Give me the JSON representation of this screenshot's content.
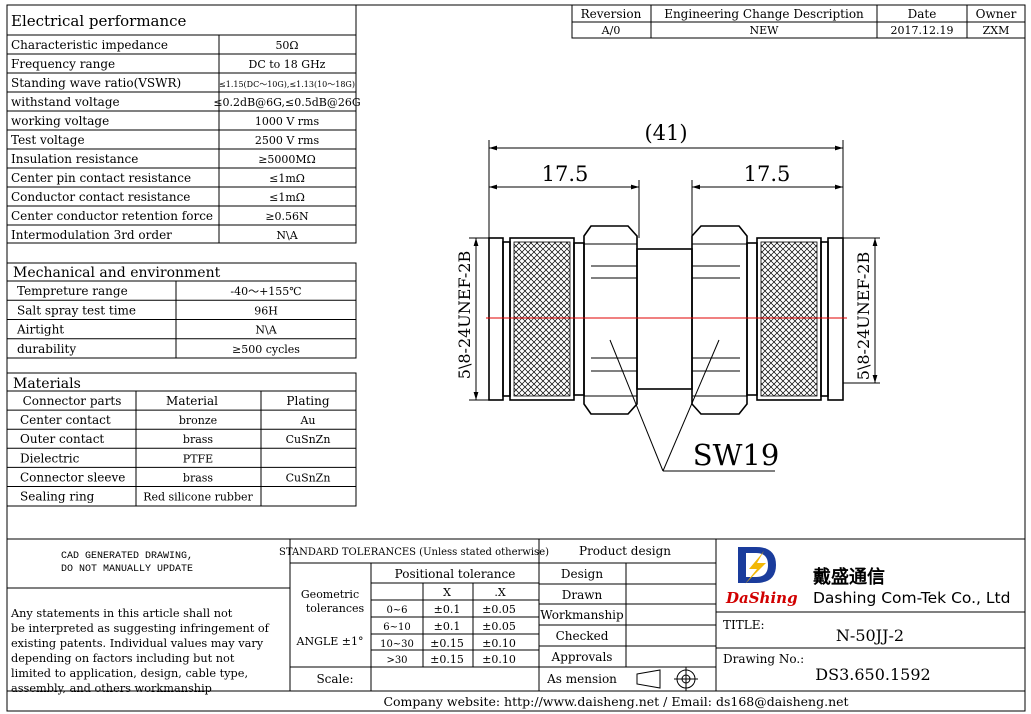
{
  "revision_block": {
    "headers": [
      "Reversion",
      "Engineering Change Description",
      "Date",
      "Owner"
    ],
    "row": [
      "A/0",
      "NEW",
      "2017.12.19",
      "ZXM"
    ]
  },
  "electrical": {
    "title": "Electrical performance",
    "rows": [
      [
        "Characteristic impedance",
        "50Ω"
      ],
      [
        "Frequency range",
        "DC to 18 GHz"
      ],
      [
        "Standing wave ratio(VSWR)",
        "≤1.15(DC～10G),≤1.13(10～18G)"
      ],
      [
        "withstand voltage",
        "≤0.2dB@6G,≤0.5dB@26G"
      ],
      [
        "working voltage",
        "1000 V rms"
      ],
      [
        "Test voltage",
        "2500 V rms"
      ],
      [
        "Insulation resistance",
        "≥5000MΩ"
      ],
      [
        "Center pin contact resistance",
        "≤1mΩ"
      ],
      [
        "Conductor contact resistance",
        "≤1mΩ"
      ],
      [
        "Center conductor retention force",
        "≥0.56N"
      ],
      [
        "Intermodulation 3rd order",
        "N\\A"
      ]
    ]
  },
  "mechanical": {
    "title": "Mechanical and environment",
    "rows": [
      [
        "Tempreture range",
        "-40～+155℃"
      ],
      [
        "Salt spray test time",
        "96H"
      ],
      [
        "Airtight",
        "N\\A"
      ],
      [
        "durability",
        "≥500 cycles"
      ]
    ]
  },
  "materials": {
    "title": "Materials",
    "headers": [
      "Connector parts",
      "Material",
      "Plating"
    ],
    "rows": [
      [
        "Center contact",
        "bronze",
        "Au"
      ],
      [
        "Outer contact",
        "brass",
        "CuSnZn"
      ],
      [
        "Dielectric",
        "PTFE",
        ""
      ],
      [
        "Connector sleeve",
        "brass",
        "CuSnZn"
      ],
      [
        "Sealing ring",
        "Red silicone rubber",
        ""
      ]
    ]
  },
  "drawing": {
    "overall_dim": "(41)",
    "left_dim": "17.5",
    "right_dim": "17.5",
    "thread_left": "5\\8-24UNEF-2B",
    "thread_right": "5\\8-24UNEF-2B",
    "wrench_size": "SW19"
  },
  "title_block": {
    "cad_note": [
      "CAD GENERATED DRAWING,",
      "DO NOT MANUALLY UPDATE"
    ],
    "disclaimer": [
      "Any statements in this article shall  not",
      "be interpreted as suggesting infringement of",
      "existing patents. Individual values may vary",
      "depending on factors including but not",
      "limited to application, design, cable type,",
      "assembly, and others workmanship"
    ],
    "tolerance_title": "STANDARD TOLERANCES (Unless stated otherwise)",
    "positional_tolerance": "Positional tolerance",
    "geometric": "Geometric",
    "tolerances": "tolerances",
    "angle": "ANGLE ±1°",
    "col_x": "X",
    "col_dx": ".X",
    "tol_rows": [
      [
        "0~6",
        "±0.1",
        "±0.05"
      ],
      [
        "6~10",
        "±0.1",
        "±0.05"
      ],
      [
        "10~30",
        "±0.15",
        "±0.10"
      ],
      [
        ">30",
        "±0.15",
        "±0.10"
      ]
    ],
    "scale": "Scale:",
    "product_design": "Product design",
    "design_rows": [
      "Design",
      "Drawn",
      "Workmanship",
      "Checked",
      "Approvals"
    ],
    "as_mension": "As mension",
    "logo_text": "DaShing",
    "company_cn": "戴盛通信",
    "company_en": "Dashing Com-Tek Co., Ltd",
    "title_label": "TITLE:",
    "title_value": "N-50JJ-2",
    "drawing_no_label": "Drawing No.:",
    "drawing_no_value": "DS3.650.1592",
    "footer": "Company website: http://www.daisheng.net / Email:  ds168@daisheng.net"
  },
  "colors": {
    "centerline": "#e00000",
    "logo_blue": "#1a3c9c",
    "logo_yellow": "#f2b705",
    "logo_red": "#d10000"
  }
}
